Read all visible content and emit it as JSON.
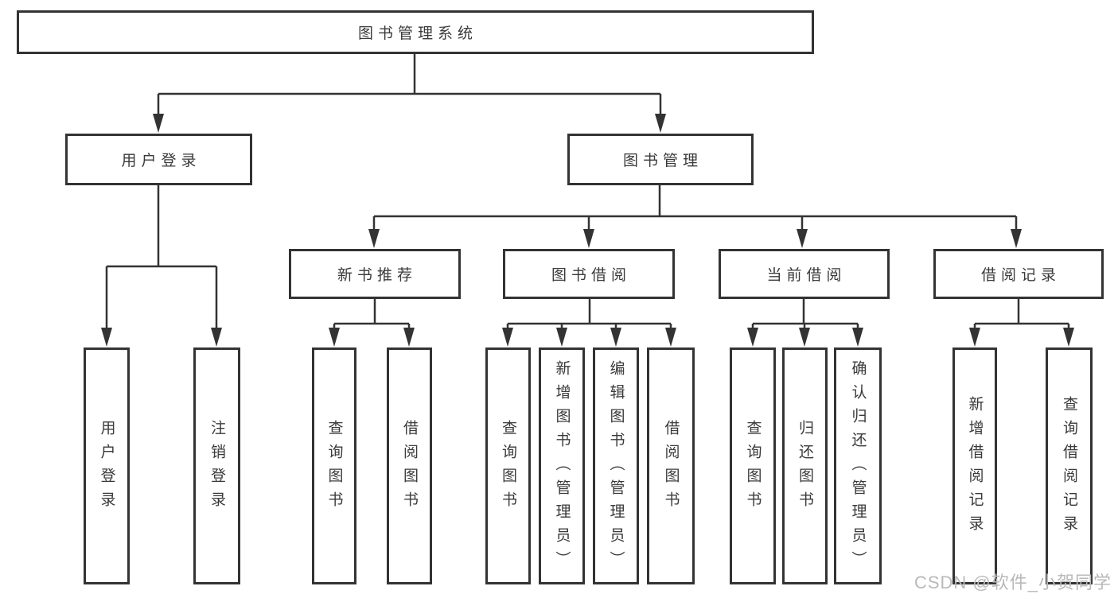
{
  "diagram_type": "function-structure-tree",
  "tree": {
    "root": {
      "label": "图书管理系统",
      "children": [
        {
          "label": "用户登录",
          "children": [
            {
              "label": "用户登录"
            },
            {
              "label": "注销登录"
            }
          ]
        },
        {
          "label": "图书管理",
          "children": [
            {
              "label": "新书推荐",
              "children": [
                {
                  "label": "查询图书"
                },
                {
                  "label": "借阅图书"
                }
              ]
            },
            {
              "label": "图书借阅",
              "children": [
                {
                  "label": "查询图书"
                },
                {
                  "label": "新增图书（管理员）"
                },
                {
                  "label": "编辑图书（管理员）"
                },
                {
                  "label": "借阅图书"
                }
              ]
            },
            {
              "label": "当前借阅",
              "children": [
                {
                  "label": "查询图书"
                },
                {
                  "label": "归还图书"
                },
                {
                  "label": "确认归还（管理员）"
                }
              ]
            },
            {
              "label": "借阅记录",
              "children": [
                {
                  "label": "新增借阅记录"
                },
                {
                  "label": "查询借阅记录"
                }
              ]
            }
          ]
        }
      ]
    }
  },
  "watermark": {
    "text": "CSDN @软件_小贺同学",
    "color": "#b9b9b9"
  },
  "colors": {
    "line": "#333333",
    "box_border": "#333333",
    "text": "#3a3a3a",
    "background": "#ffffff"
  }
}
